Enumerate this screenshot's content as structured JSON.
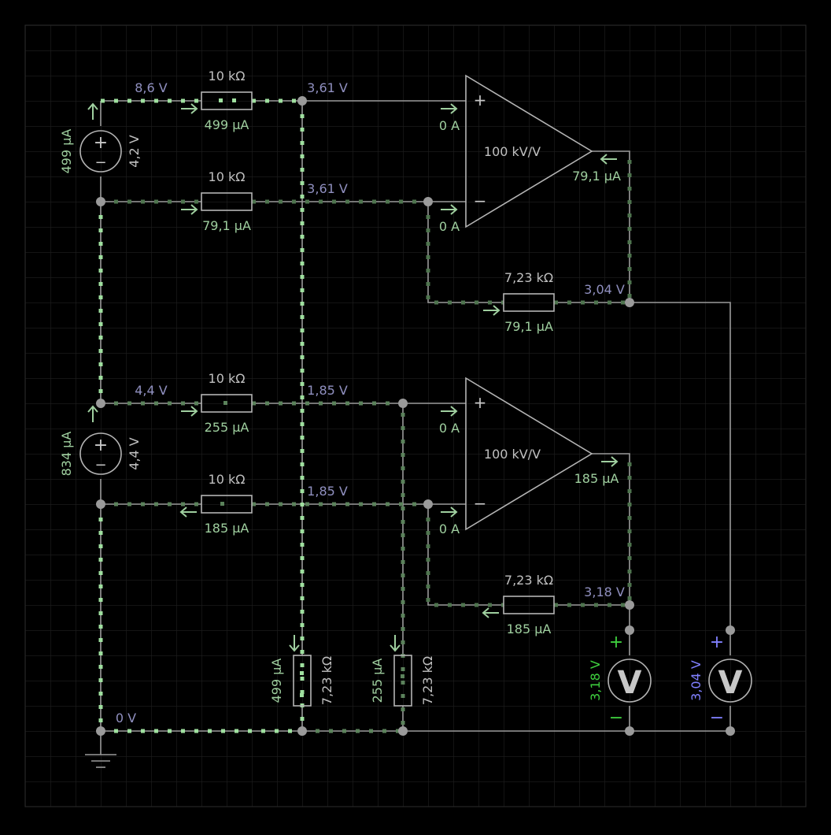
{
  "colors": {
    "background": "#000000",
    "grid": "#1f1f1f",
    "wire": "#9a9a9a",
    "voltage_label": "#9090c0",
    "current_label": "#9fcf9f",
    "current_dot_bright": "#9fe09f",
    "current_dot_dim": "#4a6a4a",
    "meter1_label": "#3ecf3e",
    "meter2_label": "#8080ff"
  },
  "sources": {
    "s1": {
      "current": "499 µA",
      "voltage": "4,2 V"
    },
    "s2": {
      "current": "834 µA",
      "voltage": "4,4 V"
    }
  },
  "resistors": {
    "r1": {
      "value": "10 kΩ",
      "current": "499 µA"
    },
    "r2": {
      "value": "10 kΩ",
      "current": "79,1 µA"
    },
    "r3": {
      "value": "7,23 kΩ",
      "current": "79,1 µA"
    },
    "r4": {
      "value": "10 kΩ",
      "current": "255 µA"
    },
    "r5": {
      "value": "10 kΩ",
      "current": "185 µA"
    },
    "r6": {
      "value": "7,23 kΩ",
      "current": "185 µA"
    },
    "r7": {
      "value": "7,23 kΩ",
      "current": "499 µA"
    },
    "r8": {
      "value": "7,23 kΩ",
      "current": "255 µA"
    }
  },
  "nodes": {
    "n_8_6": "8,6 V",
    "n_3_61_top": "3,61 V",
    "n_3_61_mid": "3,61 V",
    "n_3_04": "3,04 V",
    "n_4_4": "4,4 V",
    "n_1_85_a": "1,85 V",
    "n_1_85_b": "1,85 V",
    "n_3_18": "3,18 V",
    "n_0": "0 V"
  },
  "opamps": {
    "oa1": {
      "gain": "100 kV/V",
      "in_plus_current": "0 A",
      "in_minus_current": "0 A",
      "out_current": "79,1 µA"
    },
    "oa2": {
      "gain": "100 kV/V",
      "in_plus_current": "0 A",
      "in_minus_current": "0 A",
      "out_current": "185 µA"
    }
  },
  "meters": {
    "m1": {
      "reading": "3,18 V",
      "plus": "+",
      "minus": "−",
      "symbol": "V"
    },
    "m2": {
      "reading": "3,04 V",
      "plus": "+",
      "minus": "−",
      "symbol": "V"
    }
  },
  "source_symbols": {
    "plus": "+",
    "minus": "−"
  },
  "icons": [
    "ground-icon",
    "voltage-source-icon",
    "voltmeter-icon",
    "opamp-icon",
    "resistor-icon",
    "current-arrow-icon"
  ]
}
